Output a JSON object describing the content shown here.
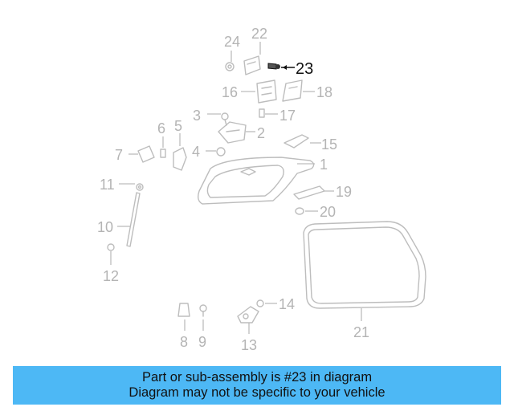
{
  "diagram": {
    "callouts": {
      "c1": "1",
      "c2": "2",
      "c3": "3",
      "c4": "4",
      "c5": "5",
      "c6": "6",
      "c7": "7",
      "c8": "8",
      "c9": "9",
      "c10": "10",
      "c11": "11",
      "c12": "12",
      "c13": "13",
      "c14": "14",
      "c15": "15",
      "c16": "16",
      "c17": "17",
      "c18": "18",
      "c19": "19",
      "c20": "20",
      "c21": "21",
      "c22": "22",
      "c23": "23",
      "c24": "24"
    },
    "highlighted_part": "23",
    "colors": {
      "highlight": "#111111",
      "parts": "#bdbdbd",
      "labels": "#b4b4b4",
      "accent": "#4db8f5"
    }
  },
  "banner": {
    "line1": "Part or sub-assembly is #23 in diagram",
    "line2": "Diagram may not be specific to your vehicle"
  }
}
